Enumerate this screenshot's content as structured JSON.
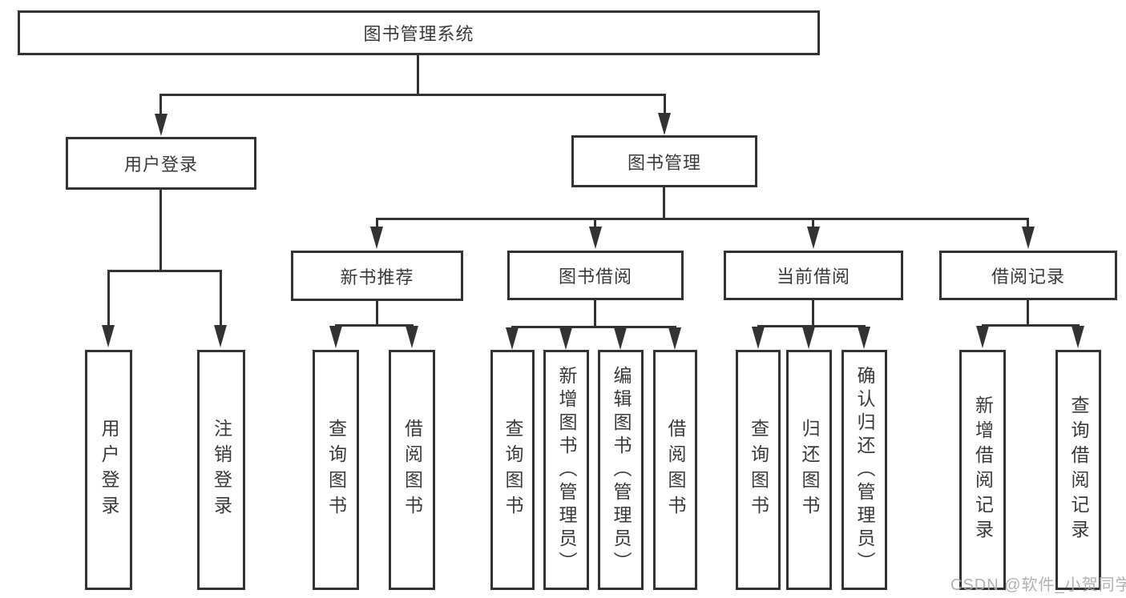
{
  "diagram": {
    "title_node": "图书管理系统",
    "level1": [
      {
        "label": "用户登录"
      },
      {
        "label": "图书管理"
      }
    ],
    "level2": [
      {
        "label": "新书推荐"
      },
      {
        "label": "图书借阅"
      },
      {
        "label": "当前借阅"
      },
      {
        "label": "借阅记录"
      }
    ],
    "leaves": {
      "user_login": [
        "用户登录",
        "注销登录"
      ],
      "new_book": [
        "查询图书",
        "借阅图书"
      ],
      "book_borrow": [
        "查询图书",
        "新增图书（管理员）",
        "编辑图书（管理员）",
        "借阅图书"
      ],
      "current_borrow": [
        "查询图书",
        "归还图书",
        "确认归还（管理员）"
      ],
      "borrow_record": [
        "新增借阅记录",
        "查询借阅记录"
      ]
    }
  },
  "watermark": "CSDN @软件_小贺同学",
  "colors": {
    "line": "#333333",
    "text": "#3a3a3a",
    "watermark": "#a9abb3"
  }
}
